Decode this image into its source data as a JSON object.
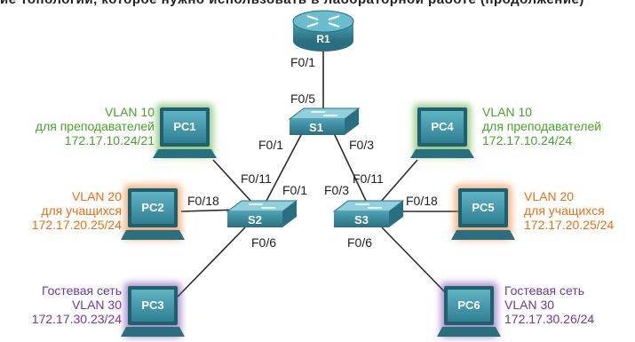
{
  "header_fragment": "ие топологии, которое нужно использовать в лабораторной работе (продолжение)",
  "colors": {
    "vlan10": "#4aa329",
    "vlan20": "#e86f14",
    "vlan30": "#6a3aa3",
    "device": "#3e8fa0",
    "link": "#2b2b2b"
  },
  "devices": {
    "router": {
      "label": "R1",
      "icon": "router-icon"
    },
    "s1": {
      "label": "S1",
      "icon": "switch-icon"
    },
    "s2": {
      "label": "S2",
      "icon": "switch-icon"
    },
    "s3": {
      "label": "S3",
      "icon": "switch-icon"
    },
    "pc1": {
      "label": "PC1",
      "icon": "pc-icon"
    },
    "pc2": {
      "label": "PC2",
      "icon": "pc-icon"
    },
    "pc3": {
      "label": "PC3",
      "icon": "pc-icon"
    },
    "pc4": {
      "label": "PC4",
      "icon": "pc-icon"
    },
    "pc5": {
      "label": "PC5",
      "icon": "pc-icon"
    },
    "pc6": {
      "label": "PC6",
      "icon": "pc-icon"
    }
  },
  "ports": {
    "r1_f01": "F0/1",
    "s1_f05": "F0/5",
    "s1_f01": "F0/1",
    "s1_f03": "F0/3",
    "s2_f011": "F0/11",
    "s2_f01": "F0/1",
    "s2_f018": "F0/18",
    "s2_f06": "F0/6",
    "s3_f03": "F0/3",
    "s3_f011": "F0/11",
    "s3_f018": "F0/18",
    "s3_f06": "F0/6"
  },
  "labels": {
    "pc1": {
      "line1": "VLAN 10",
      "line2": "для преподавателей",
      "line3": "172.17.10.24/21"
    },
    "pc2": {
      "line1": "VLAN 20",
      "line2": "для учащихся",
      "line3": "172.17.20.25/24"
    },
    "pc3": {
      "line1": "Гостевая сеть",
      "line2": "VLAN 30",
      "line3": "172.17.30.23/24"
    },
    "pc4": {
      "line1": "VLAN 10",
      "line2": "для преподавателей",
      "line3": "172.17.10.24/24"
    },
    "pc5": {
      "line1": "VLAN 20",
      "line2": "для учащихся",
      "line3": "172.17.20.25/24"
    },
    "pc6": {
      "line1": "Гостевая сеть",
      "line2": "VLAN 30",
      "line3": "172.17.30.26/24"
    }
  }
}
